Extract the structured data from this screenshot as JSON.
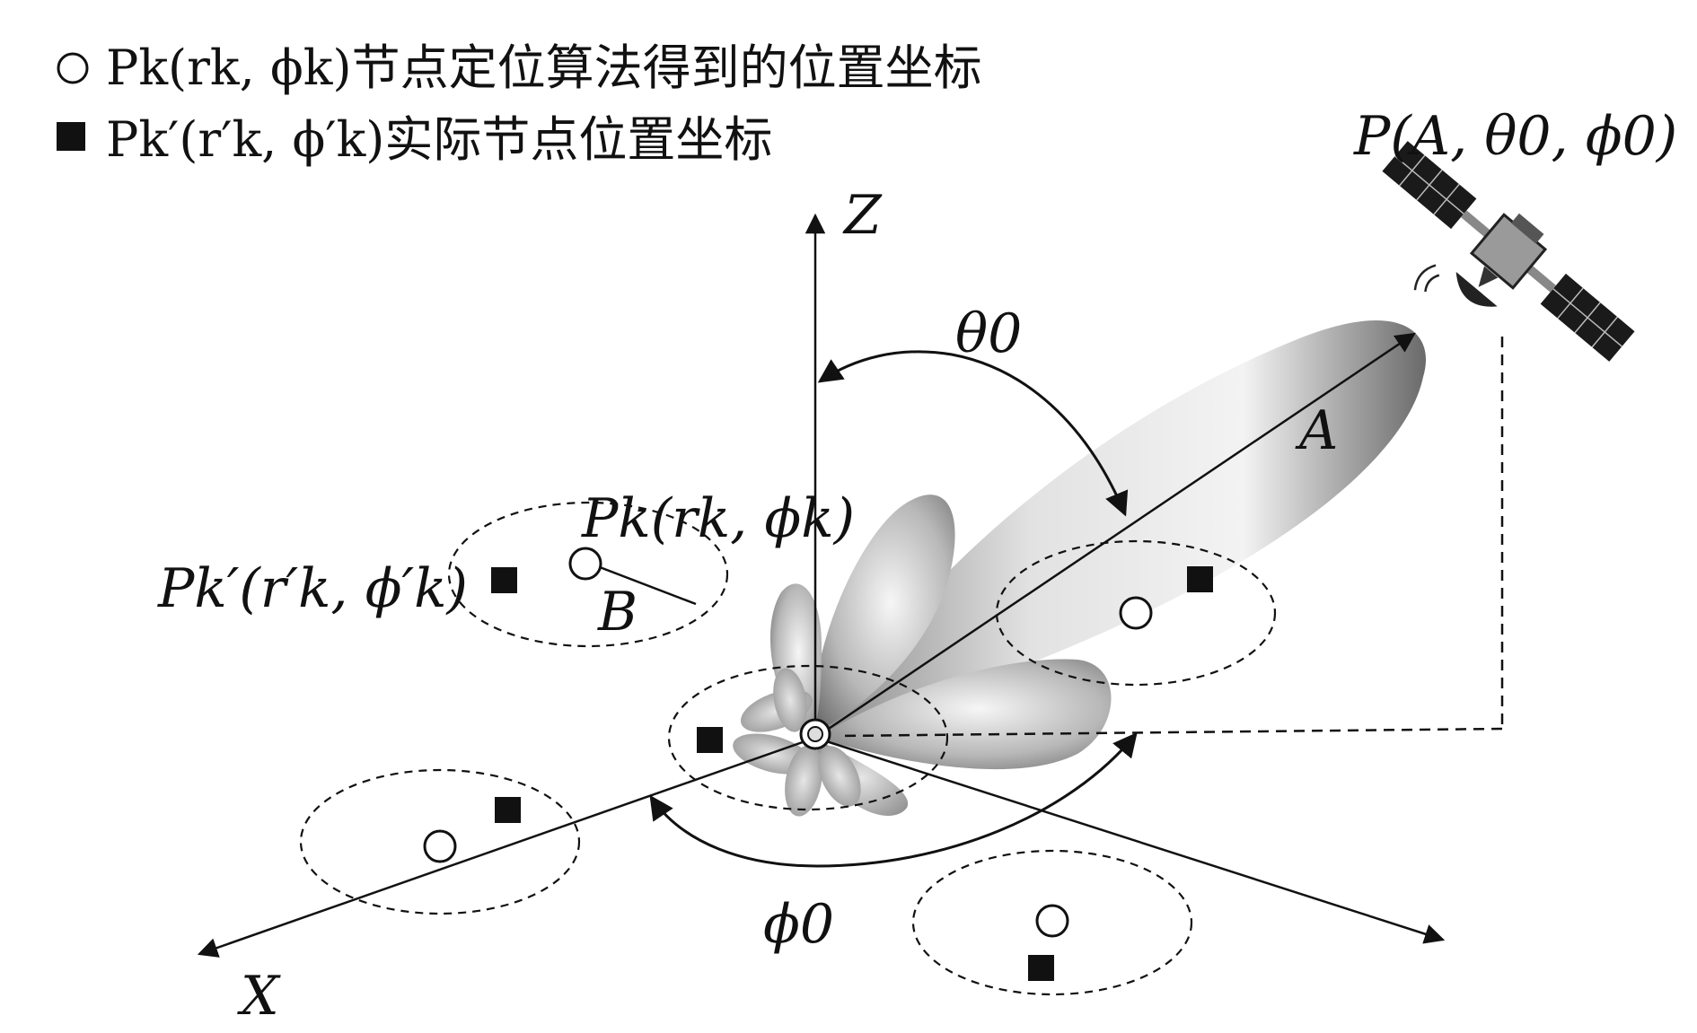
{
  "legend": {
    "estimated": "Pk(rk, ϕk)节点定位算法得到的位置坐标",
    "actual": "Pk′(r′k, ϕ′k)实际节点位置坐标"
  },
  "labels": {
    "z_axis": "Z",
    "x_axis": "X",
    "theta0": "θ0",
    "phi0": "ϕ0",
    "A": "A",
    "B": "B",
    "satellite": "P(A, θ0, ϕ0)",
    "est_node": "Pk(rk, ϕk)",
    "act_node": "Pk′(r′k, ϕ′k)"
  },
  "colors": {
    "ink": "#111111",
    "lobe_light": "#f4f4f4",
    "lobe_dark": "#6e6e6e"
  }
}
